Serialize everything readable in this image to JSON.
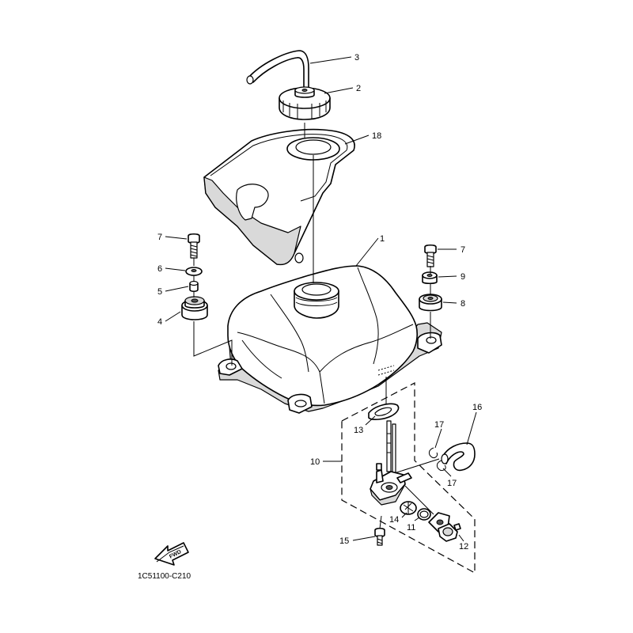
{
  "diagram_code": "1C51100-C210",
  "forward_arrow_label": "FWD",
  "callouts": {
    "p1": "1",
    "p2": "2",
    "p3": "3",
    "p4": "4",
    "p5": "5",
    "p6": "6",
    "p7_left": "7",
    "p7_right": "7",
    "p8": "8",
    "p9": "9",
    "p10": "10",
    "p11": "11",
    "p12": "12",
    "p13": "13",
    "p14": "14",
    "p15": "15",
    "p16": "16",
    "p17_top": "17",
    "p17_bottom": "17",
    "p18": "18"
  }
}
